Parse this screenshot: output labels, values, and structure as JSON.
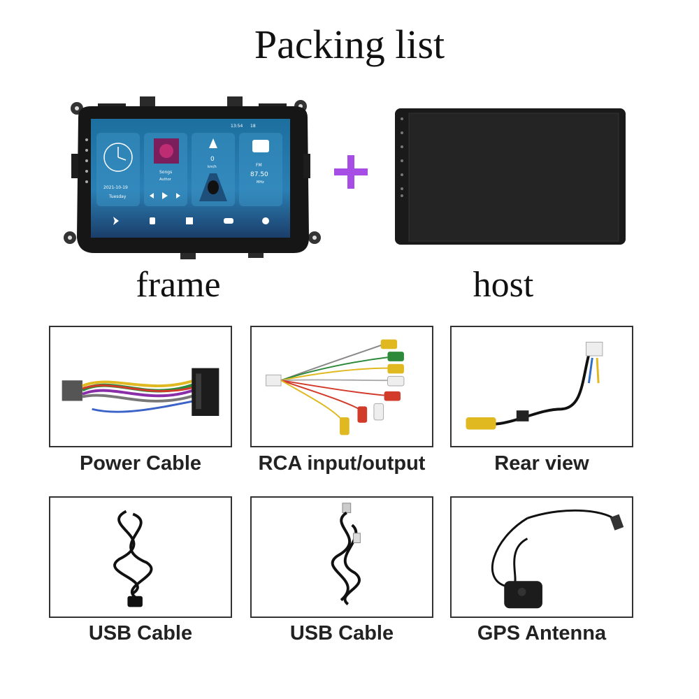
{
  "page": {
    "title": "Packing list"
  },
  "top_items": [
    {
      "label": "frame"
    },
    {
      "label": "host"
    }
  ],
  "plus_color": "#a64de6",
  "frame_screen": {
    "status_time": "13:54",
    "status_battery": "18",
    "clock_date": "2021-10-19",
    "clock_day": "Tuesday",
    "music_song": "Songs",
    "music_author": "Author",
    "speed_value": "0",
    "speed_unit": "km/h",
    "radio_band": "FM",
    "radio_freq": "87.50",
    "radio_unit": "MHz"
  },
  "accessories": [
    {
      "label": "Power Cable",
      "icon": "power-cable-icon"
    },
    {
      "label": "RCA input/output",
      "icon": "rca-cable-icon"
    },
    {
      "label": "Rear view",
      "icon": "rear-view-cable-icon"
    },
    {
      "label": "USB Cable",
      "icon": "usb-cable-icon"
    },
    {
      "label": "USB Cable",
      "icon": "usb-cable-icon"
    },
    {
      "label": "GPS Antenna",
      "icon": "gps-antenna-icon"
    }
  ]
}
